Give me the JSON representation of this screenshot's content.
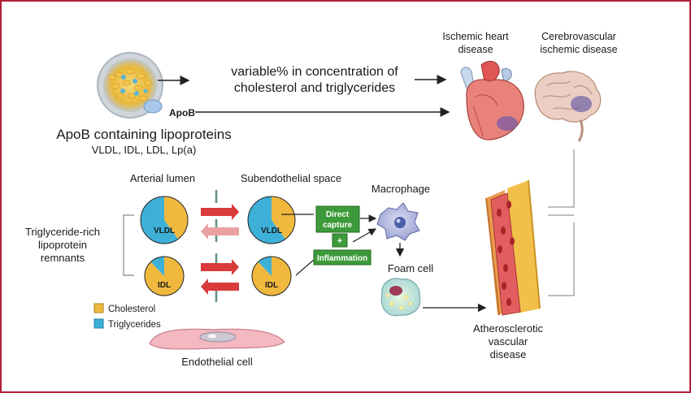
{
  "apob_particle": {
    "badge": "ApoB",
    "title": "ApoB containing lipoproteins",
    "subtitle": "VLDL, IDL, LDL, Lp(a)"
  },
  "concentration_note": {
    "line1": "variable% in concentration of",
    "line2": "cholesterol and triglycerides"
  },
  "outcomes": {
    "heart": {
      "line1": "Ischemic heart",
      "line2": "disease"
    },
    "brain": {
      "line1": "Cerebrovascular",
      "line2": "ischemic disease"
    }
  },
  "compartments": {
    "lumen": "Arterial lumen",
    "subendothelial": "Subendothelial space"
  },
  "remnants": {
    "line1": "Triglyceride-rich",
    "line2": "lipoprotein",
    "line3": "remnants"
  },
  "particles": [
    {
      "label": "VLDL",
      "cholesterol_fraction": 0.4
    },
    {
      "label": "IDL",
      "cholesterol_fraction": 0.88
    }
  ],
  "legend": {
    "items": [
      {
        "label": "Cholesterol",
        "color": "#f0b93e"
      },
      {
        "label": "Triglycerides",
        "color": "#3db0d8"
      }
    ]
  },
  "cell_label": "Endothelial cell",
  "mechanism": {
    "capture_line1": "Direct",
    "capture_line2": "capture",
    "plus": "+",
    "inflammation": "Inflammation"
  },
  "macrophage": "Macrophage",
  "foam_cell": "Foam cell",
  "atherosclerosis": {
    "line1": "Atherosclerotic",
    "line2": "vascular",
    "line3": "disease"
  },
  "colors": {
    "frame": "#b21f3a",
    "cholesterol": "#f0b93e",
    "triglycerides": "#3db0d8",
    "arrow_red": "#d93a3a",
    "arrow_pink": "#eba1a1",
    "box_green": "#3d9a3a"
  }
}
